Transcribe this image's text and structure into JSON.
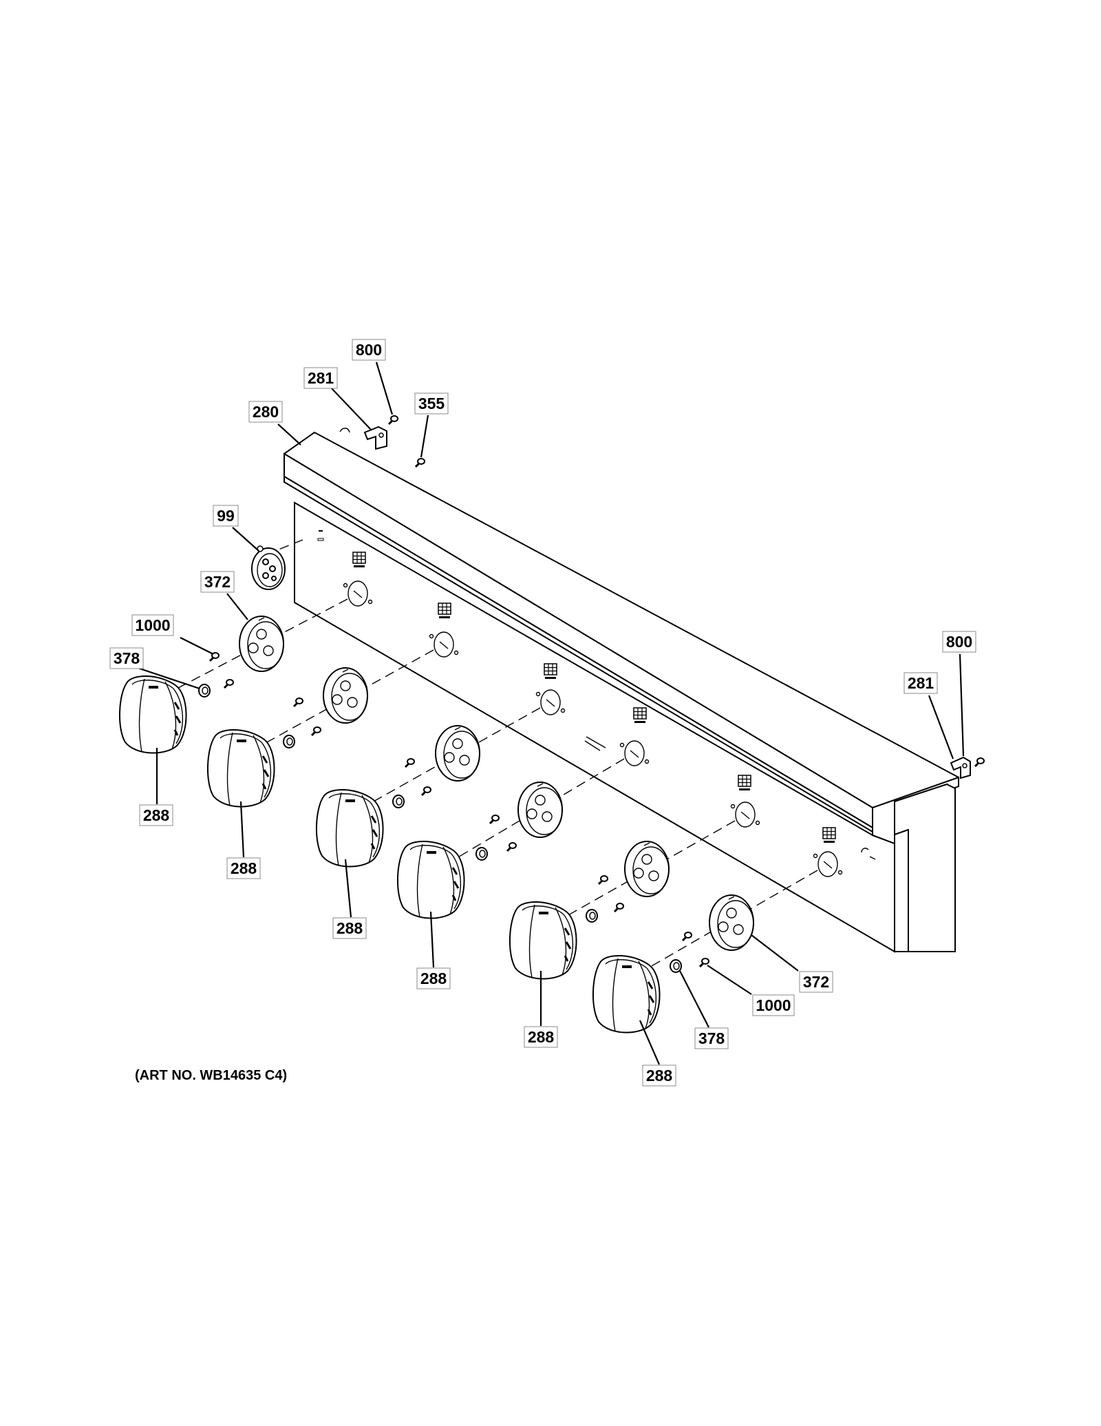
{
  "art_number": "(ART NO. WB14635 C4)",
  "callouts": [
    {
      "id": "c800a",
      "label": "800"
    },
    {
      "id": "c281a",
      "label": "281"
    },
    {
      "id": "c355",
      "label": "355"
    },
    {
      "id": "c280",
      "label": "280"
    },
    {
      "id": "c99",
      "label": "99"
    },
    {
      "id": "c372a",
      "label": "372"
    },
    {
      "id": "c1000a",
      "label": "1000"
    },
    {
      "id": "c378a",
      "label": "378"
    },
    {
      "id": "c288a",
      "label": "288"
    },
    {
      "id": "c288b",
      "label": "288"
    },
    {
      "id": "c288c",
      "label": "288"
    },
    {
      "id": "c288d",
      "label": "288"
    },
    {
      "id": "c288e",
      "label": "288"
    },
    {
      "id": "c288f",
      "label": "288"
    },
    {
      "id": "c800b",
      "label": "800"
    },
    {
      "id": "c281b",
      "label": "281"
    },
    {
      "id": "c372b",
      "label": "372"
    },
    {
      "id": "c1000b",
      "label": "1000"
    },
    {
      "id": "c378b",
      "label": "378"
    }
  ]
}
